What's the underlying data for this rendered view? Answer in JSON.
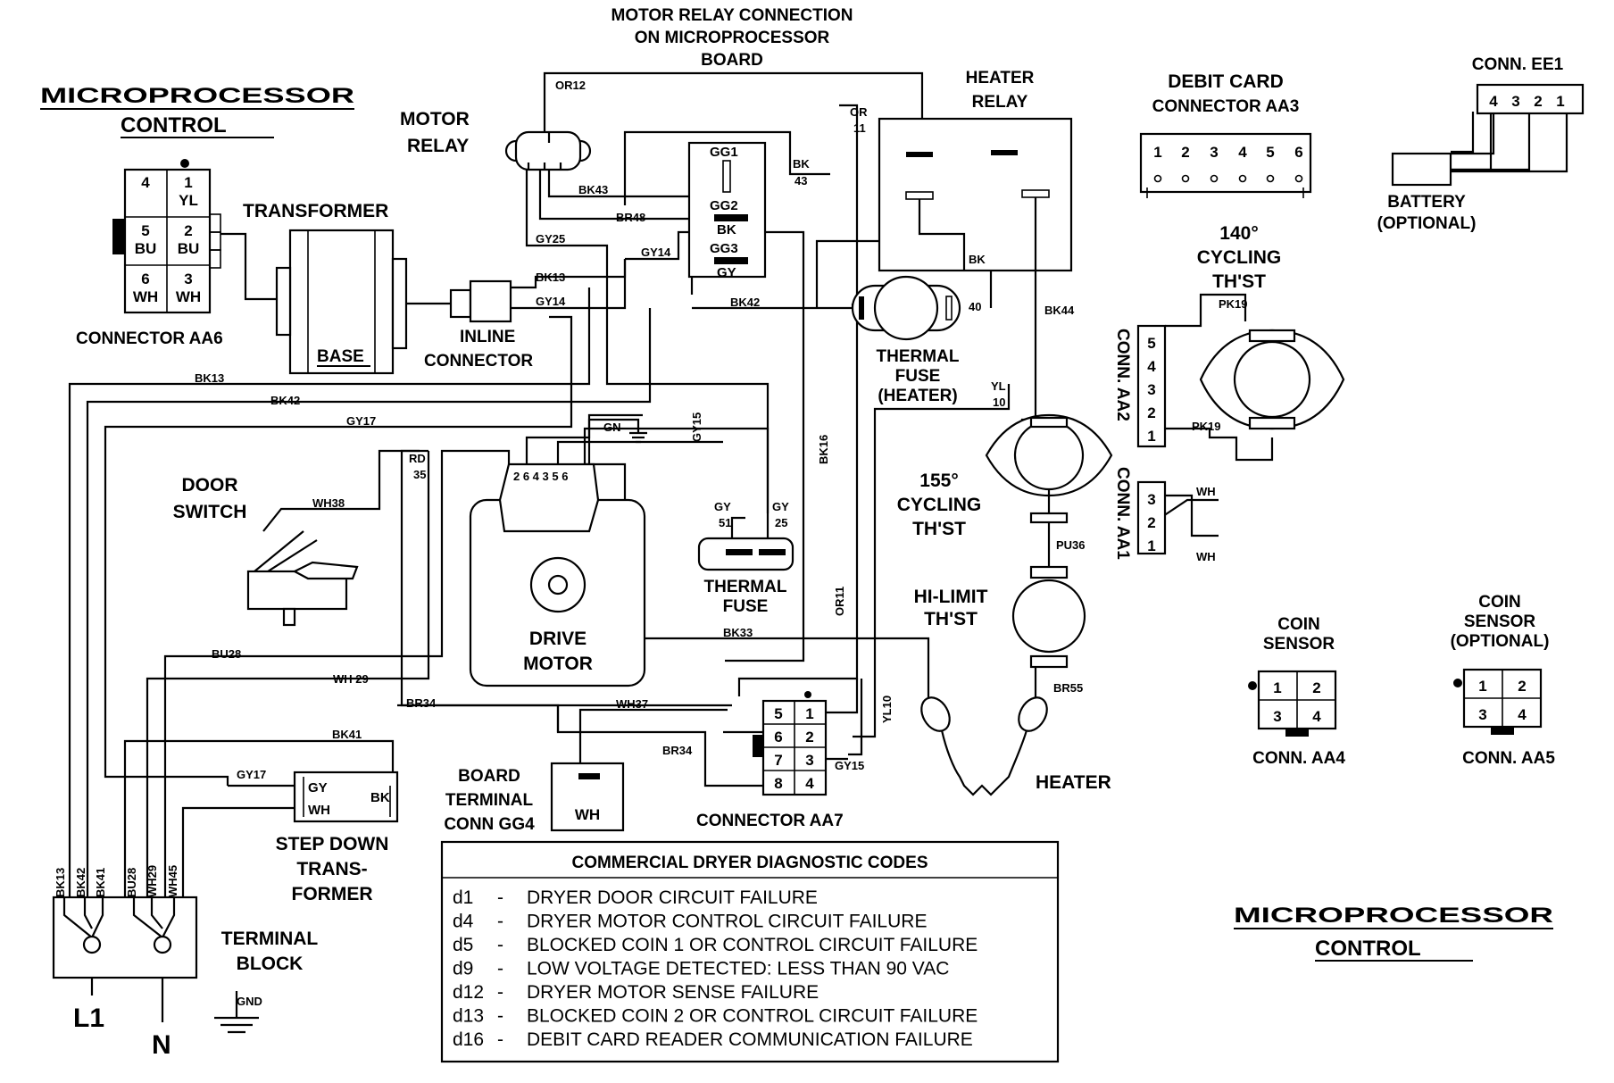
{
  "titles": {
    "microprocessor_control_top": [
      "MICROPROCESSOR",
      "CONTROL"
    ],
    "microprocessor_control_bottom": [
      "MICROPROCESSOR",
      "CONTROL"
    ],
    "motor_relay_connection": [
      "MOTOR RELAY CONNECTION",
      "ON MICROPROCESSOR",
      "BOARD"
    ]
  },
  "components": {
    "motor_relay": [
      "MOTOR",
      "RELAY"
    ],
    "heater_relay": [
      "HEATER",
      "RELAY"
    ],
    "transformer": "TRANSFORMER",
    "base": "BASE",
    "inline_connector": [
      "INLINE",
      "CONNECTOR"
    ],
    "connector_aa6": "CONNECTOR AA6",
    "thermal_fuse_heater": [
      "THERMAL",
      "FUSE",
      "(HEATER)"
    ],
    "thermal_fuse": [
      "THERMAL",
      "FUSE"
    ],
    "door_switch": [
      "DOOR",
      "SWITCH"
    ],
    "drive_motor": [
      "DRIVE",
      "MOTOR"
    ],
    "cycling_155": [
      "155°",
      "CYCLING",
      "TH'ST"
    ],
    "cycling_140": [
      "140°",
      "CYCLING",
      "TH'ST"
    ],
    "hi_limit": [
      "HI-LIMIT",
      "TH'ST"
    ],
    "heater": "HEATER",
    "board_terminal": [
      "BOARD",
      "TERMINAL",
      "CONN GG4"
    ],
    "step_down": [
      "STEP DOWN",
      "TRANS-",
      "FORMER"
    ],
    "terminal_block": [
      "TERMINAL",
      "BLOCK"
    ],
    "connector_aa7": "CONNECTOR AA7",
    "debit_card": [
      "DEBIT CARD",
      "CONNECTOR AA3"
    ],
    "conn_ee1": "CONN. EE1",
    "battery": [
      "BATTERY",
      "(OPTIONAL)"
    ],
    "conn_aa2": "CONN. AA2",
    "conn_aa1": "CONN. AA1",
    "coin_sensor": [
      "COIN",
      "SENSOR"
    ],
    "coin_sensor_optional": [
      "COIN",
      "SENSOR",
      "(OPTIONAL)"
    ],
    "conn_aa4": "CONN. AA4",
    "conn_aa5": "CONN. AA5",
    "l1": "L1",
    "n": "N",
    "gnd": "GND",
    "gn": "GN",
    "wh_box": "WH",
    "stepdown_gy": "GY",
    "stepdown_wh": "WH",
    "stepdown_bk": "BK"
  },
  "pins": {
    "aa6": [
      "4",
      "1\nYL",
      "5\nBU",
      "2\nBU",
      "6\nWH",
      "3\nWH"
    ],
    "aa3": [
      "1",
      "2",
      "3",
      "4",
      "5",
      "6"
    ],
    "ee1": [
      "4",
      "3",
      "2",
      "1"
    ],
    "aa2": [
      "5",
      "4",
      "3",
      "2",
      "1"
    ],
    "aa1": [
      "3",
      "2",
      "1"
    ],
    "aa7": [
      "5",
      "1",
      "6",
      "2",
      "7",
      "3",
      "8",
      "4"
    ],
    "coin": [
      "1",
      "2",
      "3",
      "4"
    ],
    "motor_pins": "2 6 4 3  5 6",
    "relay_pins": [
      "GG1",
      "GG2",
      "BK",
      "GG3",
      "GY"
    ]
  },
  "wire_labels": {
    "or12": "OR12",
    "bk43": "BK43",
    "br48": "BR48",
    "gy25": "GY25",
    "gy14": "GY14",
    "bk43b": "BK\n43",
    "or11": "OR\n11",
    "bk13": "BK13",
    "gy14b": "GY14",
    "bk42": "BK42",
    "bk40": "BK\n40",
    "bk44": "BK44",
    "pk19a": "PK19",
    "pk19b": "PK19",
    "bk13b": "BK13",
    "bk42b": "BK42",
    "gy17": "GY17",
    "gy15": "GY15",
    "bk16": "BK16",
    "yl10": "YL\n10",
    "rd35": "RD\n35",
    "wh38": "WH38",
    "gy51": "GY\n51",
    "gy25b": "GY\n25",
    "pu36": "PU36",
    "or11b": "OR11",
    "bk33": "BK33",
    "bu28": "BU28",
    "wh29": "WH 29",
    "yl10b": "YL10",
    "br34": "BR34",
    "wh37": "WH37",
    "br55": "BR55",
    "bk41": "BK41",
    "br34b": "BR34",
    "gy15b": "GY15",
    "gy17b": "GY17",
    "wh_aa1a": "WH",
    "wh_aa1b": "WH",
    "tb_wires": [
      "BK13",
      "BK42",
      "BK41",
      "BU28",
      "WH29",
      "WH45"
    ]
  },
  "diagnostic_codes": {
    "title": "COMMERCIAL DRYER DIAGNOSTIC CODES",
    "rows": [
      {
        "code": "d1",
        "sep": "-",
        "desc": "DRYER DOOR CIRCUIT FAILURE"
      },
      {
        "code": "d4",
        "sep": "-",
        "desc": "DRYER MOTOR CONTROL CIRCUIT FAILURE"
      },
      {
        "code": "d5",
        "sep": "-",
        "desc": "BLOCKED COIN 1 OR CONTROL CIRCUIT FAILURE"
      },
      {
        "code": "d9",
        "sep": "-",
        "desc": "LOW VOLTAGE DETECTED: LESS THAN 90 VAC"
      },
      {
        "code": "d12",
        "sep": "-",
        "desc": "DRYER MOTOR SENSE FAILURE"
      },
      {
        "code": "d13",
        "sep": "-",
        "desc": "BLOCKED COIN 2 OR CONTROL CIRCUIT FAILURE"
      },
      {
        "code": "d16",
        "sep": "-",
        "desc": "DEBIT CARD READER COMMUNICATION FAILURE"
      }
    ]
  }
}
